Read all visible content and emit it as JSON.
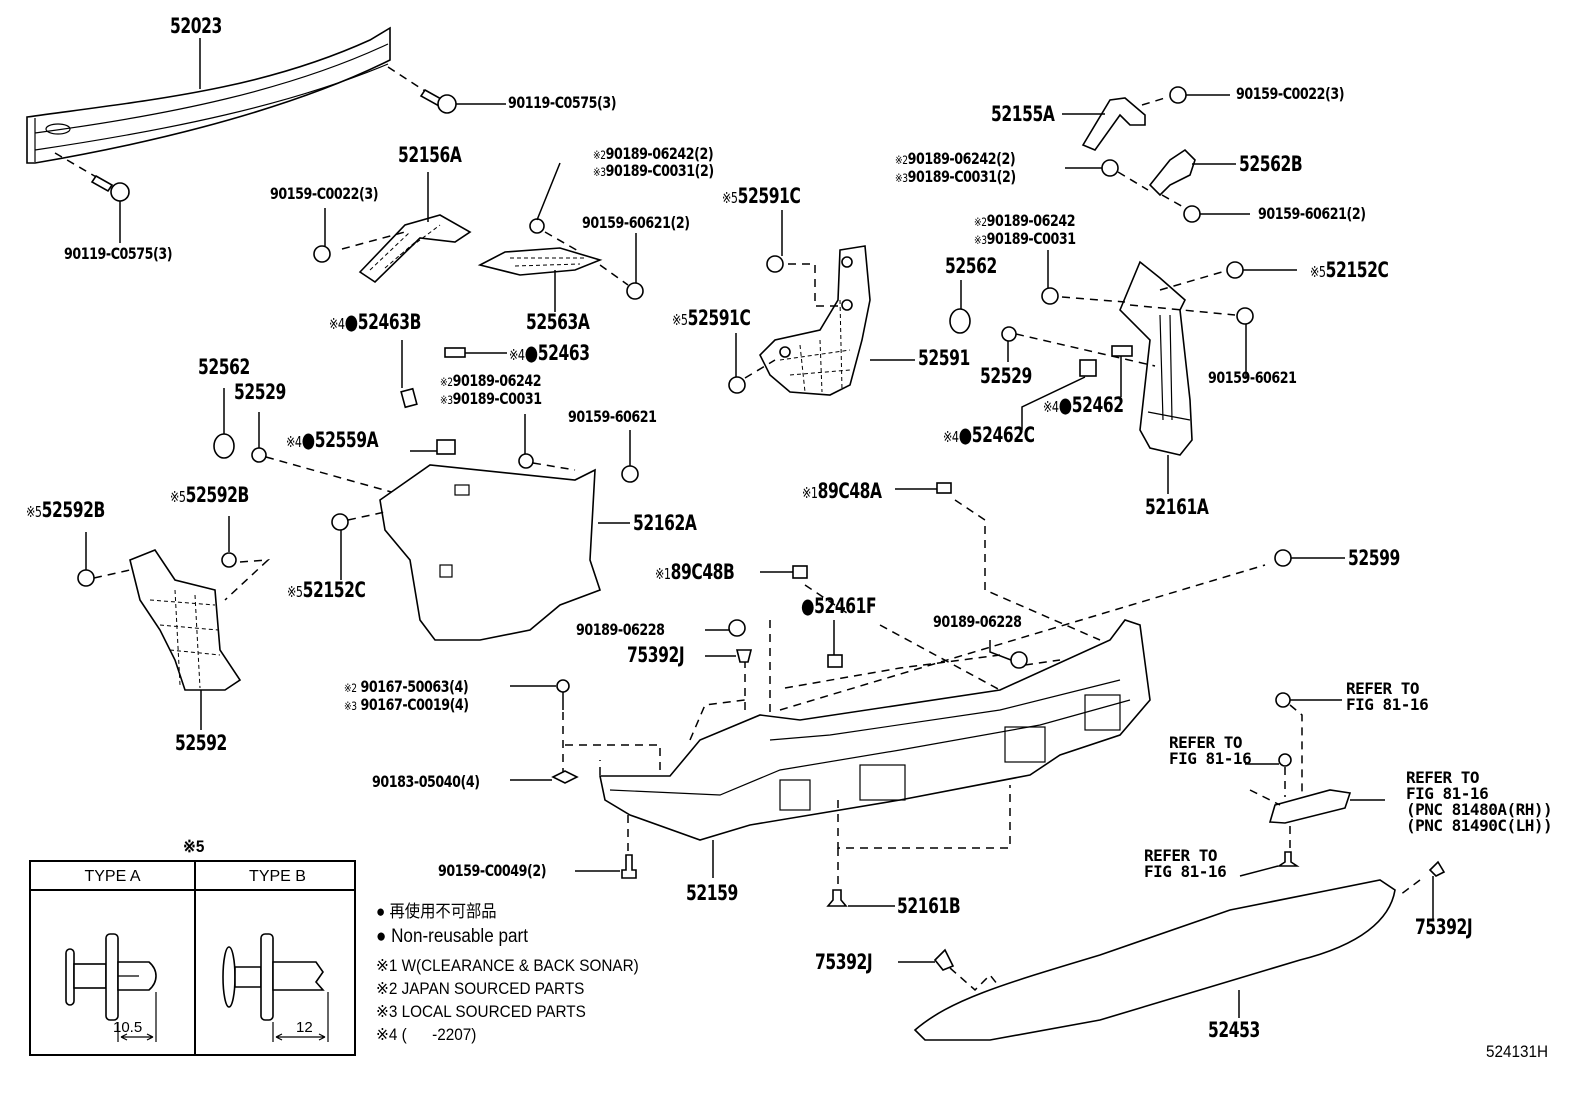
{
  "diagram": {
    "figure_id": "524131H",
    "parts": [
      {
        "id": "p52023",
        "number": "52023"
      },
      {
        "id": "p90119a",
        "number": "90119-C0575(3)"
      },
      {
        "id": "p90119b",
        "number": "90119-C0575(3)"
      },
      {
        "id": "p52156A",
        "number": "52156A"
      },
      {
        "id": "p90159c0022a",
        "number": "90159-C0022(3)"
      },
      {
        "id": "p90189ba",
        "number": "90189-06242(2)",
        "mark": "※2"
      },
      {
        "id": "p90189ca",
        "number": "90189-C0031(2)",
        "mark": "※3"
      },
      {
        "id": "p90159_60621a",
        "number": "90159-60621(2)"
      },
      {
        "id": "p52563A",
        "number": "52563A"
      },
      {
        "id": "p52591Ca",
        "number": "52591C",
        "mark": "※5"
      },
      {
        "id": "p52591Cb",
        "number": "52591C",
        "mark": "※5"
      },
      {
        "id": "p52591",
        "number": "52591"
      },
      {
        "id": "p52155A",
        "number": "52155A"
      },
      {
        "id": "p90159c0022b",
        "number": "90159-C0022(3)"
      },
      {
        "id": "p90189bb",
        "number": "90189-06242(2)",
        "mark": "※2"
      },
      {
        "id": "p90189cb",
        "number": "90189-C0031(2)",
        "mark": "※3"
      },
      {
        "id": "p52562B",
        "number": "52562B"
      },
      {
        "id": "p90159_60621b",
        "number": "90159-60621(2)"
      },
      {
        "id": "p90189bc",
        "number": "90189-06242",
        "mark": "※2"
      },
      {
        "id": "p90189cc",
        "number": "90189-C0031",
        "mark": "※3"
      },
      {
        "id": "p52562a",
        "number": "52562"
      },
      {
        "id": "p52152Ca",
        "number": "52152C",
        "mark": "※5"
      },
      {
        "id": "p90159_60621c",
        "number": "90159-60621"
      },
      {
        "id": "p52529a",
        "number": "52529"
      },
      {
        "id": "p52462",
        "number": "52462",
        "mark": "※4",
        "nonreusable": "●"
      },
      {
        "id": "p52462C",
        "number": "52462C",
        "mark": "※4",
        "nonreusable": "●"
      },
      {
        "id": "p52161A",
        "number": "52161A"
      },
      {
        "id": "p52463B",
        "number": "52463B",
        "mark": "※4",
        "nonreusable": "●"
      },
      {
        "id": "p52463",
        "number": "52463",
        "mark": "※4",
        "nonreusable": "●"
      },
      {
        "id": "p90189bd",
        "number": "90189-06242",
        "mark": "※2"
      },
      {
        "id": "p90189cd",
        "number": "90189-C0031",
        "mark": "※3"
      },
      {
        "id": "p90159_60621d",
        "number": "90159-60621"
      },
      {
        "id": "p52562b",
        "number": "52562"
      },
      {
        "id": "p52529b",
        "number": "52529"
      },
      {
        "id": "p52559A",
        "number": "52559A",
        "mark": "※4",
        "nonreusable": "●"
      },
      {
        "id": "p52162A",
        "number": "52162A"
      },
      {
        "id": "p52152Cb",
        "number": "52152C",
        "mark": "※5"
      },
      {
        "id": "p52592Ba",
        "number": "52592B",
        "mark": "※5"
      },
      {
        "id": "p52592Bb",
        "number": "52592B",
        "mark": "※5"
      },
      {
        "id": "p52592",
        "number": "52592"
      },
      {
        "id": "p89C48A",
        "number": "89C48A",
        "mark": "※1"
      },
      {
        "id": "p89C48B",
        "number": "89C48B",
        "mark": "※1"
      },
      {
        "id": "p52461F",
        "number": "52461F",
        "nonreusable": "●"
      },
      {
        "id": "p52599",
        "number": "52599"
      },
      {
        "id": "p90189_06228a",
        "number": "90189-06228"
      },
      {
        "id": "p75392Ja",
        "number": "75392J"
      },
      {
        "id": "p90189_06228b",
        "number": "90189-06228"
      },
      {
        "id": "p90167_50063",
        "number": "90167-50063(4)",
        "mark": "※2"
      },
      {
        "id": "p90167_C0019",
        "number": "90167-C0019(4)",
        "mark": "※3"
      },
      {
        "id": "p90183",
        "number": "90183-05040(4)"
      },
      {
        "id": "p90159_C0049",
        "number": "90159-C0049(2)"
      },
      {
        "id": "p52159",
        "number": "52159"
      },
      {
        "id": "p52161B",
        "number": "52161B"
      },
      {
        "id": "p75392Jb",
        "number": "75392J"
      },
      {
        "id": "p75392Jc",
        "number": "75392J"
      },
      {
        "id": "p52453",
        "number": "52453"
      }
    ],
    "references": [
      {
        "line1": "REFER TO",
        "line2": "FIG 81-16"
      },
      {
        "line1": "REFER TO",
        "line2": "FIG 81-16"
      },
      {
        "line1": "REFER TO",
        "line2": "FIG 81-16",
        "line3": "(PNC 81480A(RH))",
        "line4": "(PNC 81490C(LH))"
      },
      {
        "line1": "REFER TO",
        "line2": "FIG 81-16"
      }
    ]
  },
  "clip_table": {
    "title": "※5",
    "columns": [
      {
        "label": "TYPE A",
        "dimension": "10.5"
      },
      {
        "label": "TYPE B",
        "dimension": "12"
      }
    ]
  },
  "legend": {
    "nonreusable_jp": "● 再使用不可部品",
    "nonreusable_en": "● Non-reusable part",
    "notes": [
      "※1 W(CLEARANCE & BACK SONAR)",
      "※2 JAPAN SOURCED PARTS",
      "※3 LOCAL SOURCED PARTS",
      "※4 (      -2207)"
    ]
  }
}
